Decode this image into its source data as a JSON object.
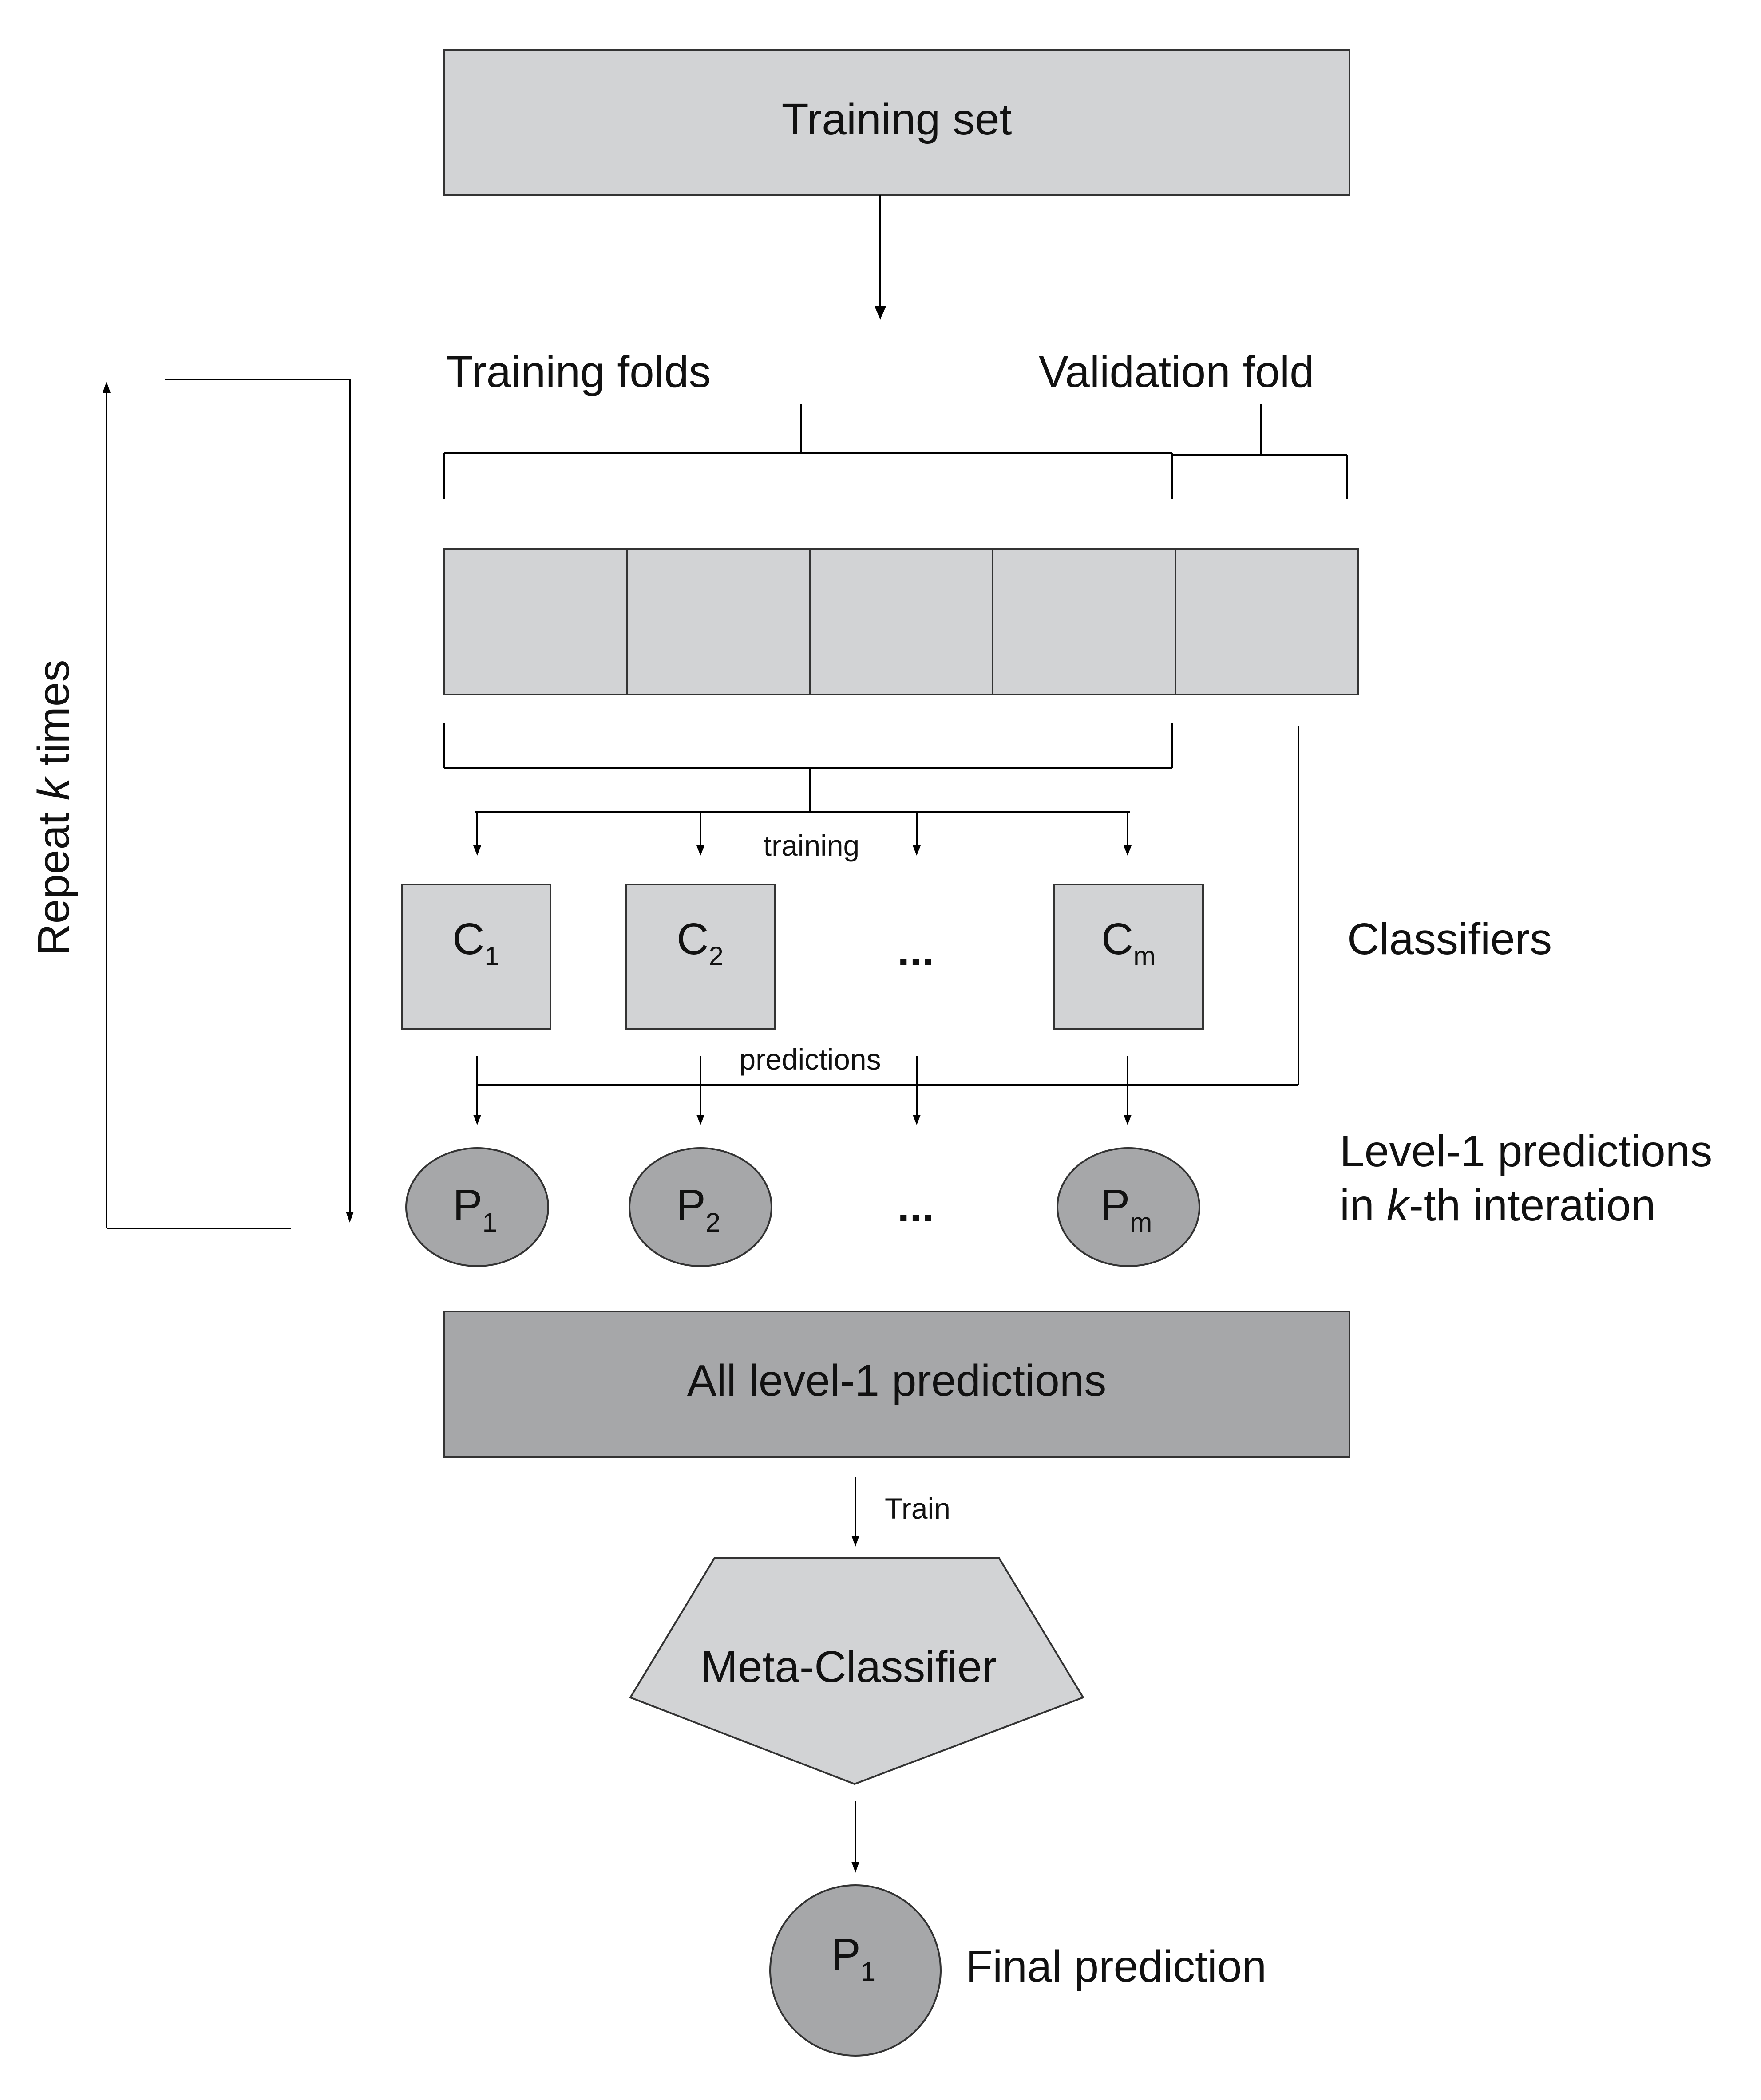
{
  "training_set": "Training set",
  "training_folds": "Training folds",
  "validation_fold": "Validation fold",
  "repeat": {
    "prefix": "Repeat ",
    "var": "k",
    "suffix": " times"
  },
  "training_label": "training",
  "predictions_label": "predictions",
  "classifiers_label": "Classifiers",
  "classifiers": [
    {
      "letter": "C",
      "sub": "1"
    },
    {
      "letter": "C",
      "sub": "2"
    },
    {
      "letter": "C",
      "sub": "m"
    }
  ],
  "ellipsis": "...",
  "level1": {
    "line1": "Level-1 predictions",
    "line2_prefix": "in ",
    "line2_var": "k",
    "line2_suffix": "-th interation"
  },
  "predictions": [
    {
      "letter": "P",
      "sub": "1"
    },
    {
      "letter": "P",
      "sub": "2"
    },
    {
      "letter": "P",
      "sub": "m"
    }
  ],
  "all_level1": "All level-1 predictions",
  "train_label": "Train",
  "meta_classifier": "Meta-Classifier",
  "final": {
    "letter": "P",
    "sub": "1"
  },
  "final_label": "Final prediction",
  "colors": {
    "light_fill": "#d2d3d5",
    "dark_fill": "#a6a7a9",
    "stroke": "#333333"
  }
}
